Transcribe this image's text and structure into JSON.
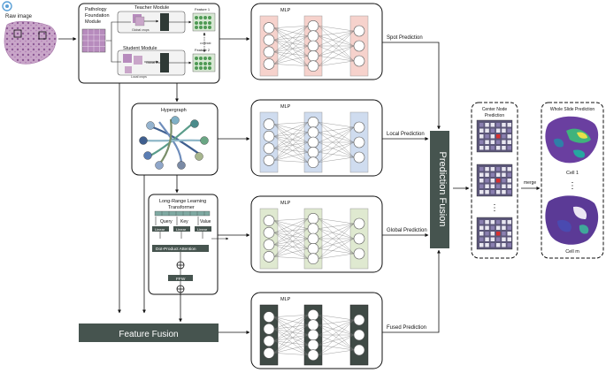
{
  "raw_image": {
    "label": "Raw image"
  },
  "foundation": {
    "title_lines": [
      "Pathology",
      "Foundation",
      "Module"
    ],
    "teacher": "Teacher Module",
    "student": "Student Module",
    "feature1": "Feature 1",
    "feature2": "Feature 2",
    "global_crops": "Global crops",
    "local_crops": "Local crops",
    "contrast": "contrast"
  },
  "hypergraph": {
    "title": "Hypergraph"
  },
  "transformer": {
    "title_lines": [
      "Long-Range Learning",
      "Transformer"
    ],
    "query": "Query",
    "key": "Key",
    "value": "Value",
    "linear": "Linear",
    "attention": "Dot-Product Attention",
    "ffw": "FFW"
  },
  "mlp_label": "MLP",
  "predictions": {
    "spot": "Spot Prediction",
    "local": "Local Prediction",
    "global": "Global Prediction",
    "fused": "Fused Prediction"
  },
  "feature_fusion": "Feature Fusion",
  "prediction_fusion": "Prediction Fusion",
  "center_node": {
    "title_lines": [
      "Center Node",
      "Prediction"
    ],
    "ellipsis": "⋮"
  },
  "merge": "merge",
  "whole_slide": {
    "title": "Whole Slide Prediction",
    "cell1": "Cell 1",
    "celln": "Cell m",
    "ellipsis": "⋮"
  },
  "colors": {
    "spot": "#f6d2cc",
    "local": "#cfdcef",
    "global": "#dfe9d0",
    "fused": "#3f4a45",
    "fusion_bar": "#46544f"
  }
}
